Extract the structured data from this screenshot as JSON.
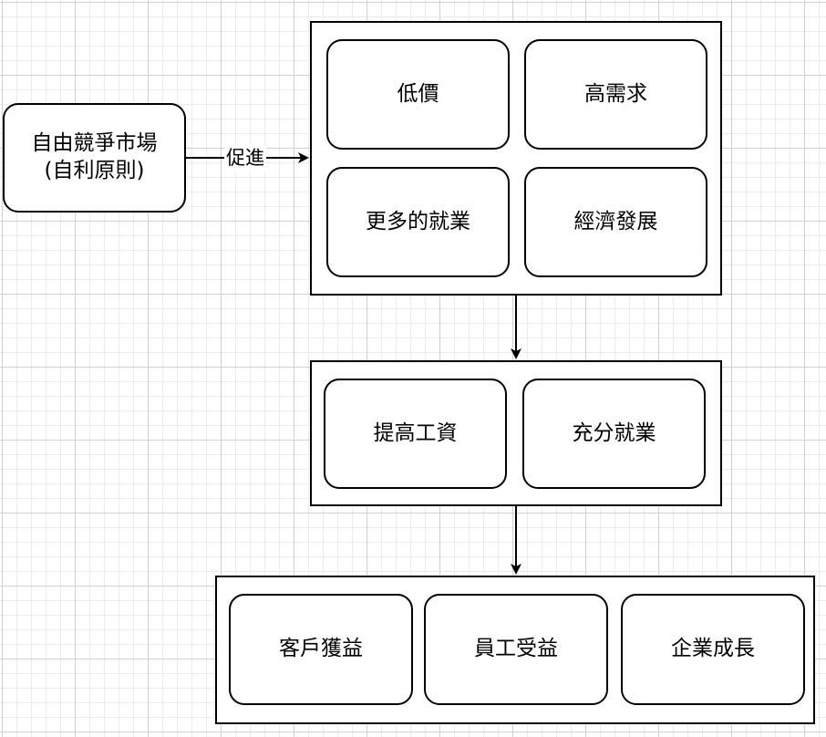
{
  "diagram": {
    "source_node": {
      "label": "自由競爭市場\n(自利原則)"
    },
    "edge_label": "促進",
    "stage1": {
      "items": [
        "低價",
        "高需求",
        "更多的就業",
        "經濟發展"
      ]
    },
    "stage2": {
      "items": [
        "提高工資",
        "充分就業"
      ]
    },
    "stage3": {
      "items": [
        "客戶獲益",
        "員工受益",
        "企業成長"
      ]
    },
    "colors": {
      "stroke": "#000000",
      "fill": "#ffffff",
      "grid": "#d0d0d0"
    }
  }
}
